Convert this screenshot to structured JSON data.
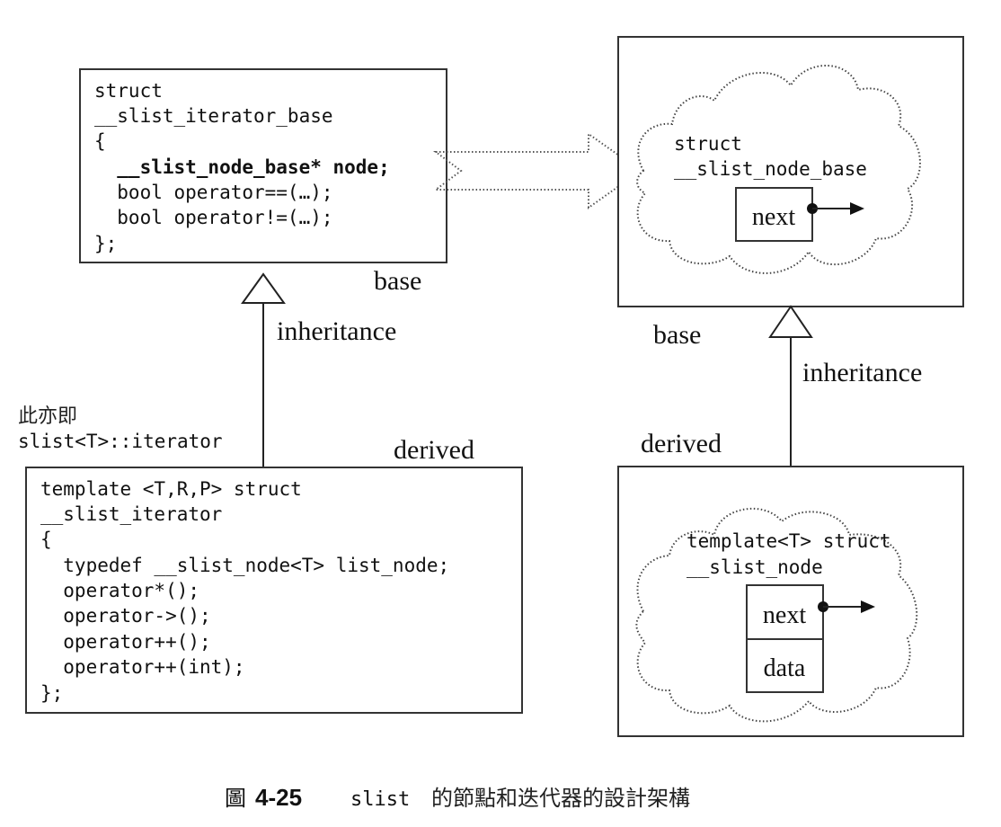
{
  "iterator_base": {
    "lines": [
      "struct",
      "__slist_iterator_base",
      "{",
      "  __slist_node_base* node;",
      "  bool operator==(…);",
      "  bool operator!=(…);",
      "};"
    ],
    "bold_line_index": 3,
    "role_label": "base"
  },
  "node_base": {
    "lines": [
      "struct",
      "__slist_node_base"
    ],
    "fields": [
      "next"
    ],
    "role_label": "base"
  },
  "iterator": {
    "alias_cjk": "此亦即",
    "alias": "slist<T>::iterator",
    "lines": [
      "template <T,R,P> struct",
      "__slist_iterator",
      "{",
      "  typedef __slist_node<T> list_node;",
      "  operator*();",
      "  operator->();",
      "  operator++();",
      "  operator++(int);",
      "};"
    ],
    "role_label": "derived"
  },
  "node": {
    "lines": [
      "template<T> struct",
      "__slist_node"
    ],
    "fields": [
      "next",
      "data"
    ],
    "role_label": "derived"
  },
  "relations": {
    "left_inheritance": "inheritance",
    "right_inheritance": "inheritance"
  },
  "caption": {
    "prefix": "圖",
    "number": "4-25",
    "mono": "slist",
    "text": "的節點和迭代器的設計架構"
  }
}
